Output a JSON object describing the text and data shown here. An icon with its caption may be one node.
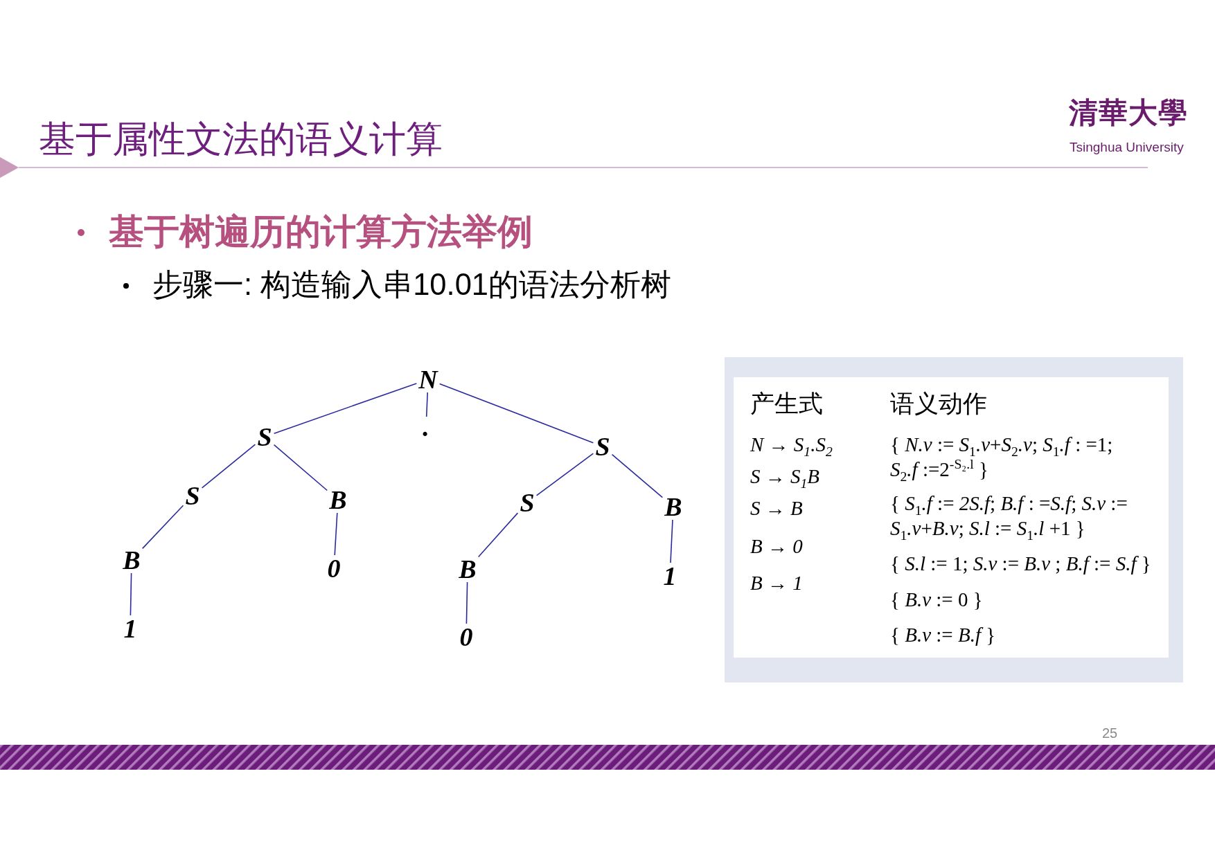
{
  "diagram": {
    "title": "基于属性文法的语义计算",
    "nodes": [
      {
        "text": [
          "N"
        ]
      },
      {
        "text": [
          "S"
        ]
      },
      {
        "text": [
          "."
        ]
      },
      {
        "text": [
          "S"
        ]
      },
      {
        "text": [
          "S"
        ]
      },
      {
        "text": [
          "B"
        ]
      },
      {
        "text": [
          "S"
        ]
      },
      {
        "text": [
          "B"
        ]
      },
      {
        "text": [
          "B"
        ]
      },
      {
        "text": [
          "0"
        ]
      },
      {
        "text": [
          "B"
        ]
      },
      {
        "text": [
          "1"
        ]
      },
      {
        "text": [
          "1"
        ]
      },
      {
        "text": [
          "0"
        ]
      }
    ],
    "edges": [
      {
        "from": 0,
        "to": 1,
        "arrow": "none"
      },
      {
        "from": 0,
        "to": 2,
        "arrow": "none"
      },
      {
        "from": 0,
        "to": 3,
        "arrow": "none"
      },
      {
        "from": 1,
        "to": 4,
        "arrow": "none"
      },
      {
        "from": 1,
        "to": 5,
        "arrow": "none"
      },
      {
        "from": 3,
        "to": 6,
        "arrow": "none"
      },
      {
        "from": 3,
        "to": 7,
        "arrow": "none"
      },
      {
        "from": 4,
        "to": 8,
        "arrow": "none"
      },
      {
        "from": 5,
        "to": 9,
        "arrow": "none"
      },
      {
        "from": 6,
        "to": 10,
        "arrow": "none"
      },
      {
        "from": 7,
        "to": 11,
        "arrow": "none"
      },
      {
        "from": 8,
        "to": 12,
        "arrow": "none"
      },
      {
        "from": 10,
        "to": 13,
        "arrow": "none"
      }
    ],
    "labels": [
      "清華大學",
      "Tsinghua University",
      "基于树遍历的计算方法举例",
      "步骤一: 构造输入串10.01的语法分析树",
      "产生式",
      "语义动作",
      "N → S$_{1}$.S$_{2}$",
      "{ *N.v* := *S*$_{1}$*.v*+*S*$_{2}$*.v*; *S*$_{1}$*.f* : =1; *S*$_{2}$*.f* :=2$^{-S₂.l}$ }",
      "S → S$_{1}$B",
      "{ *S*$_{1}$*.f* := *2S.f*; *B.f* : =*S.f*; *S.v* := *S*$_{1}$*.v*+*B.v*; *S.l* := *S*$_{1}$*.l* +1 }",
      "S → B",
      "{ *S.l* := 1; *S.v* := *B.v* ; *B.f* := *S.f* }",
      "B → 0",
      "{ *B.v* := 0 }",
      "B → 1",
      "{ *B.v* := *B.f* }",
      "25"
    ]
  }
}
